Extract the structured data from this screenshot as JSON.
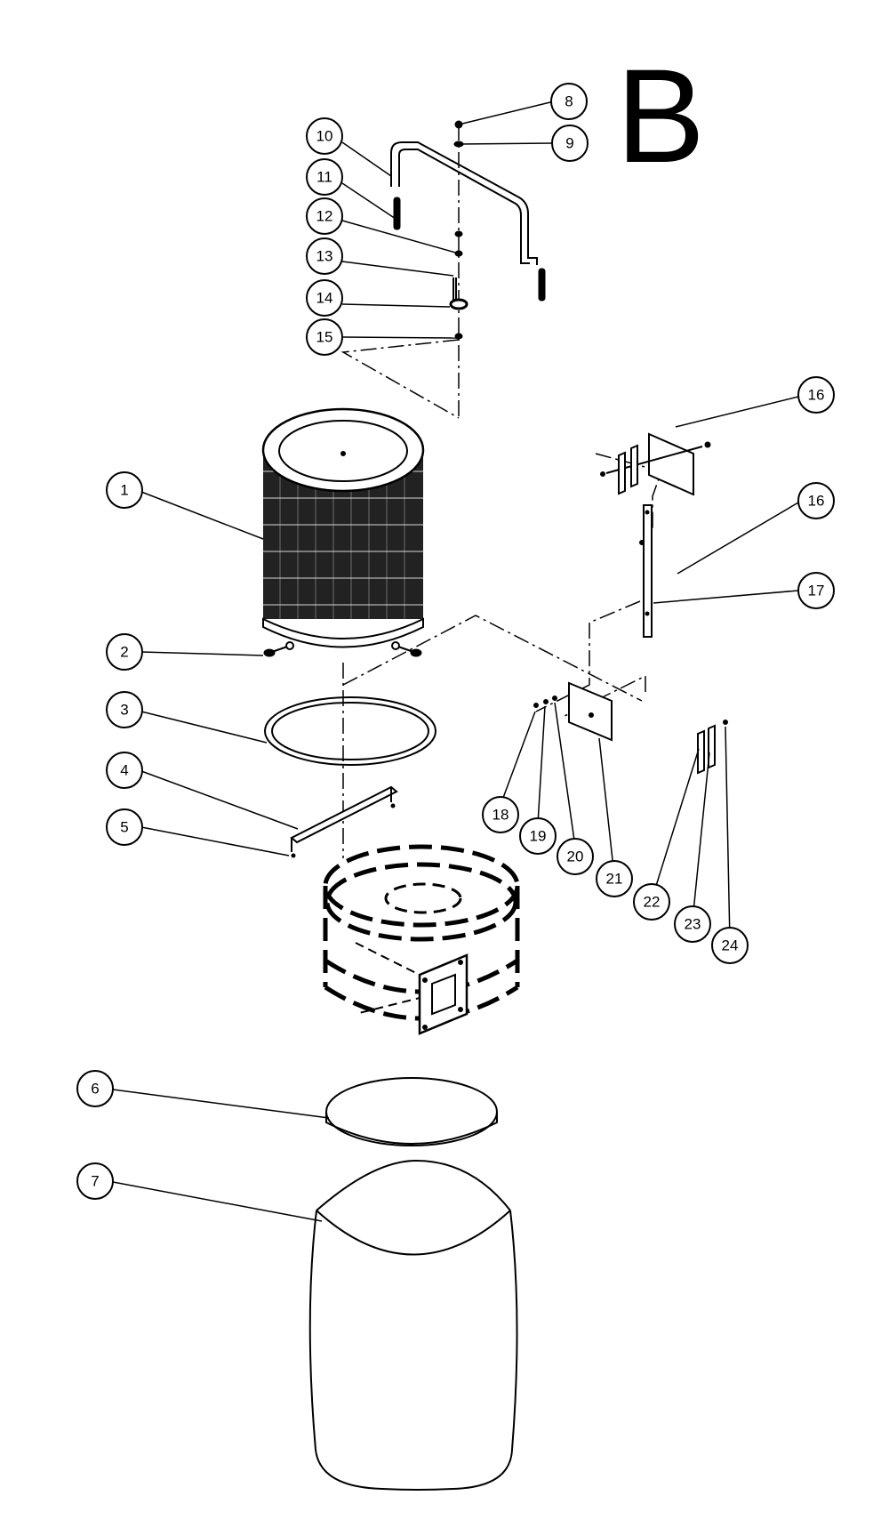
{
  "section_letter": "B",
  "callouts": [
    {
      "id": "c8",
      "label": "8"
    },
    {
      "id": "c9",
      "label": "9"
    },
    {
      "id": "c10",
      "label": "10"
    },
    {
      "id": "c11",
      "label": "11"
    },
    {
      "id": "c12",
      "label": "12"
    },
    {
      "id": "c13",
      "label": "13"
    },
    {
      "id": "c14",
      "label": "14"
    },
    {
      "id": "c15",
      "label": "15"
    },
    {
      "id": "c1",
      "label": "1"
    },
    {
      "id": "c2",
      "label": "2"
    },
    {
      "id": "c3",
      "label": "3"
    },
    {
      "id": "c4",
      "label": "4"
    },
    {
      "id": "c5",
      "label": "5"
    },
    {
      "id": "c6",
      "label": "6"
    },
    {
      "id": "c7",
      "label": "7"
    },
    {
      "id": "c16a",
      "label": "16"
    },
    {
      "id": "c16b",
      "label": "16"
    },
    {
      "id": "c17",
      "label": "17"
    },
    {
      "id": "c18",
      "label": "18"
    },
    {
      "id": "c19",
      "label": "19"
    },
    {
      "id": "c20",
      "label": "20"
    },
    {
      "id": "c21",
      "label": "21"
    },
    {
      "id": "c22",
      "label": "22"
    },
    {
      "id": "c23",
      "label": "23"
    },
    {
      "id": "c24",
      "label": "24"
    }
  ]
}
